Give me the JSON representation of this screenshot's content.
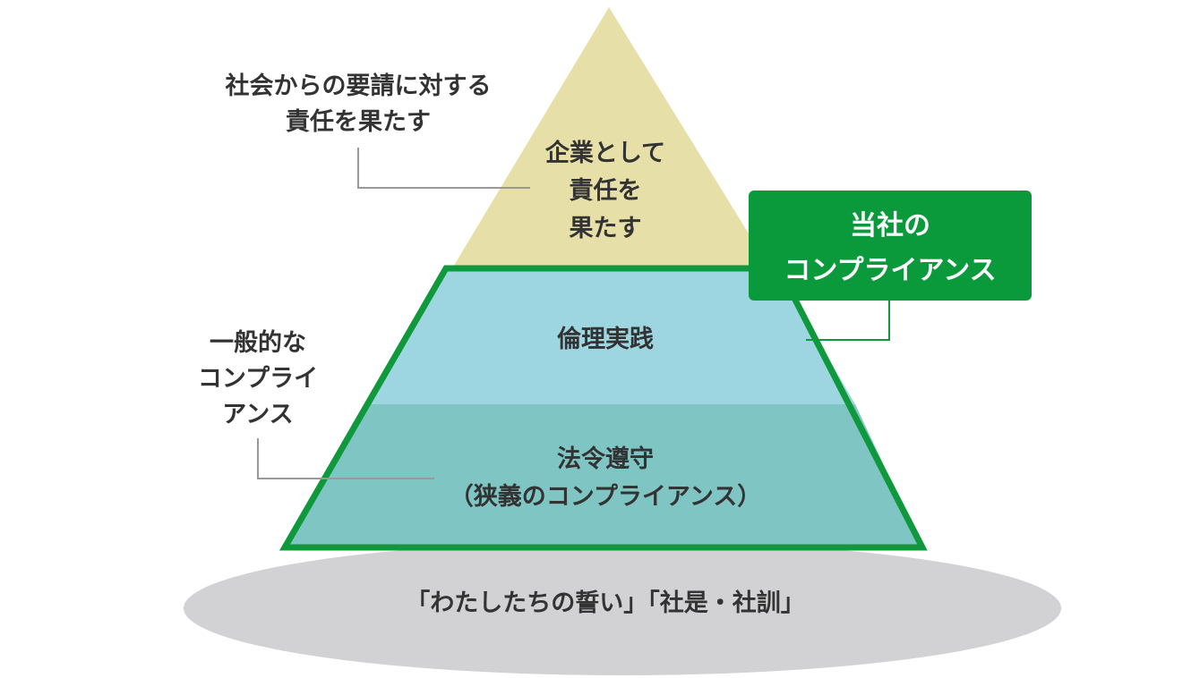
{
  "annotations": {
    "society": [
      "社会からの要請に対する",
      "責任を果たす"
    ],
    "general": [
      "一般的な",
      "コンプライ",
      "アンス"
    ]
  },
  "pyramid": {
    "top": [
      "企業として",
      "責任を",
      "果たす"
    ],
    "middle": "倫理実践",
    "bottom": [
      "法令遵守",
      "（狭義のコンプライアンス）"
    ],
    "base": "「わたしたちの誓い」「社是・社訓」"
  },
  "company_box": [
    "当社の",
    "コンプライアンス"
  ],
  "colors": {
    "top": "#e6dfa8",
    "middle": "#9dd6e0",
    "bottom": "#7fc5c4",
    "border": "#10983c",
    "base": "#d2d2d4",
    "leader": "#999999"
  }
}
